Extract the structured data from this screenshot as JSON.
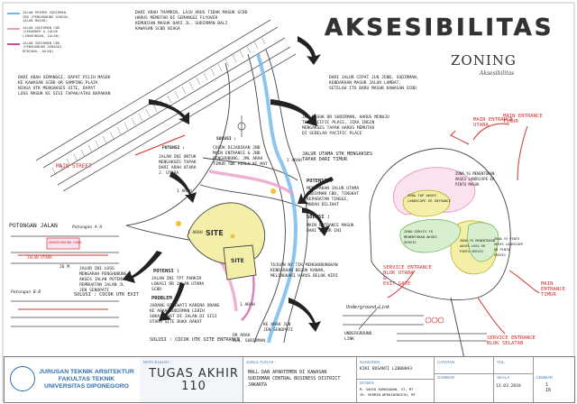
{
  "title": "AKSESIBILITAS",
  "zoning": "ZONING",
  "zoning_sub": "Aksesibilitas",
  "legend": {
    "items": [
      {
        "label": "JALAN PRIMER SUDIRMAN CBD (Penghubung hingga, Jalan masuk)",
        "color": "#6fb7e8"
      },
      {
        "label": "JALAN SUDIRMAN CBD (sekunder & jalur lingkungan, Jalan)",
        "color": "#e99fc9"
      },
      {
        "label": "JALAN SUDIRMAN CBD (Penghubung sebagai rencana, Jalan)",
        "color": "#c94fa0"
      }
    ]
  },
  "notes": {
    "n_top": "DARI ARAH THAMRIN, LAJU ARUS TIDAK MASUK SCBD\nHARUS MEMUTAR DI SEMANGGI FLYOVER\nKEMUDIAN MASUK DARI JL. SUDIRMAN BALI\nKAWASAN SCBD NIAGA",
    "n_left": "DARI ARAH SEMANGGI, DAPAT PILIH MASUK\nKE KAWASAN SCBD OR SAMPING PLAZA\nNIAGA UTK MENGAKSES SITE, DAPAT\nLOSS MASUK KE SISI TAPAK/ATAU BAPAKAN",
    "n_right_top": "DARI JALUR CEPAT JLN JEND. SUDIRMAN,\nKENDARAAN MASUK JALUR LAMBAT,\nSETELAH ITU BARU MASUK KAWASAN SCBD",
    "n_potensi1_h": "POTENSI :",
    "n_potensi1": "JALAN INI UNTUK\nMENGAKSES TAPAK\nDARI ARAH UTARA\nJ. UTARA",
    "n_solusi1_h": "SOLUSI :",
    "n_solusi1": "COCOK DIJADIKAN 2ND\nMAIN ENTRANCE & 2ND\nPENGHUBUNG, JML ARAH\nTIMUR TBK PERLU KE MAT",
    "n_center": "JKS MASUK DR SUDIRMAN, HARUS MENUJU\nTHE PACIFIC PLACE, JIKA INGIN\nMENGAKSES TAPAK HARUS MEMUTAR\nDI SEBELAH PACIFIC PLACE",
    "n_jalur_utama": "JALUR UTAMA UTK MENGAKSES\nTAPAK DARI TIMUR",
    "n_potensi2_h": "POTENSI :",
    "n_potensi2": "MERUPAKAN JALUR UTAMA\nSUDIRMAN CBD, TINGKAT\nKEPADATAN TINGGI,\nMUDAH DILIHAT",
    "n_solusi2_h": "SOLUSI :",
    "n_solusi2": "MAIN ENTRANCE MASUK\nDARI JALUR INI",
    "n_potensi3_h": "POTENSI :",
    "n_potensi3": "JALAN INI TPT PARKIR\nLOKASI DR JALAN UTAMA\nSCBD",
    "n_problem_h": "PROBLEM :",
    "n_problem": "JARANG DILEWATI KARENA ORANG\nKE ARAH SUDIRMAN LEBIH\nSUKA LEWAT DI JALAN DI SISI\nUTARA SITE BUKA RAKAT",
    "n_solusi3": "SOLUSI : COCOK UTK SITE ENTRANCE",
    "n_exit": "JALUR INI LOSS\nMENGARAH PENGHUBUNG\nAKSES JALAN POTENSI\nPEMBUATAN JALAN JL\nJEN SENOPATI",
    "n_solusi_exit": "SOLUSI : COCOK UTK EXIT",
    "n_tujuan": "TUJUAN NY TIK MENGHUBUNGKAN\nKENDARAAN BELOK KANAN,\nMELINGKARI HARUS BELOK KIRI",
    "n_arah_senopati": "KE ARAH JLN\nJEN SENOPATI",
    "n_arah_sudirman": "DR ARAH\nJLN. SUDIRMAN",
    "n_main_street": "MAIN STREET",
    "n_potongan": "POTONGAN JALAN",
    "n_arah_1": "1 ARAH",
    "n_arah_2": "1 ARAH",
    "n_arah_3": "1 ARAH",
    "n_arah_4": "1 ARAH",
    "n_underground": "UNDERGROUND\nLINK",
    "n_underground_label": "Underground Link",
    "n_zone1": "ZONA YG MENENTUKAN\nAKSES LANDSCAPE ER\nPINTU MASUK",
    "n_zone2": "ZONA TAP AKSES\nLANDSCAPE ER ENTRANCE",
    "n_zone3": "ZONA SERVIS YG\nMENENTUKAN AKSES\nSERVIS",
    "n_zone4": "ZONA YG MENENTUKAN\nAKSES LOSS ER\nPINTU SERVIS",
    "n_zone5": "ZONA YG PINTU\nAKSES LANDSCAPE\nER PINTU\nSERVIS",
    "n_main_ent_timur1": "MAIN ENTRANCE\nTIMUR",
    "n_main_ent_utara": "MAIN ENTRANCE\nUTARA",
    "n_service_utara": "SERVICE ENTRANCE\nBLOK UTARA\n&\nEXIT GATE",
    "n_main_ent_timur2": "MAIN ENTRANCE\nTIMUR",
    "n_service_selatan": "SERVICE ENTRANCE\nBLOK SELATAN",
    "n_potongan_a": "Potongan A-A",
    "n_potongan_b": "Potongan B-B",
    "n_jalan_utama": "JALAN UTAMA",
    "n_underground_r": "UNDERGROUND ROAD",
    "n_dim_26": "26 m"
  },
  "site_labels": {
    "site1": "SITE",
    "site2": "SITE"
  },
  "title_block": {
    "school": "JURUSAN TEKNIK ARSITEKTUR\nFAKULTAS TEKNIK\nUNIVERSITAS DIPONEGORO",
    "mata_kuliah_label": "MATA KULIAH :",
    "mata_kuliah": "TUGAS AKHIR\n110",
    "judul_label": "JUDUL TUGAS :",
    "judul": "MALL DAN APARTEMEN DI KAWASAN\nSUDIRMAN CENTRAL BUSINESS DISTRICT\nJAKARTA",
    "nama_label": "NAMA/NIM",
    "nama": "KIKI BUSANTI       L2B00093",
    "dosen_label": "DOSEN",
    "dosen": "M. SAHID KURNIAWAN, ST, MT\nIR. HERMIN WERDININGSIH, MT",
    "catatan_label": "CATATAN",
    "gambar_label": "GAMBAR",
    "tgl_label": "TGL",
    "tgl": "13.03.2010",
    "skala_label": "SKALA",
    "lembar_label": "LEMBAR",
    "lembar": "1\n16"
  },
  "colors": {
    "road_blue": "#6fb7e8",
    "road_pink": "#e99fc9",
    "site_yellow": "#f4efa8",
    "red": "#d3312f"
  }
}
